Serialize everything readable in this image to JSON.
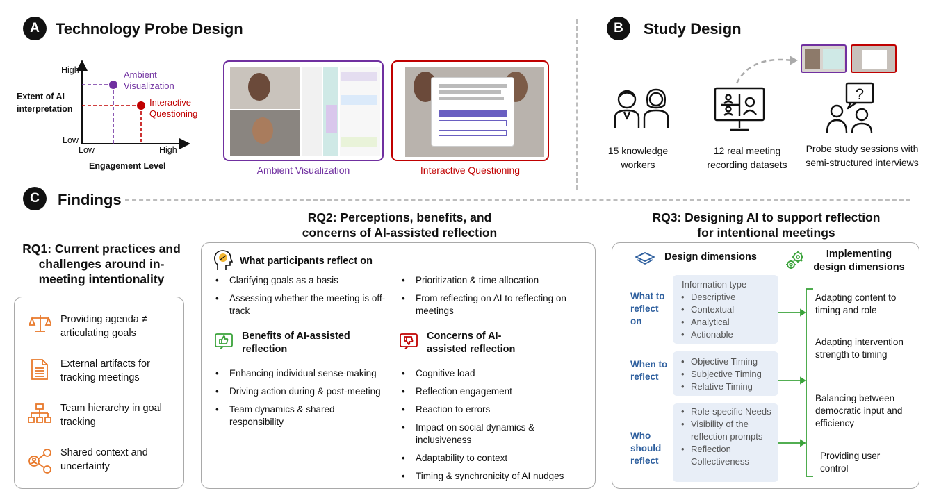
{
  "sections": {
    "a_badge": "A",
    "a_title": "Technology Probe Design",
    "b_badge": "B",
    "b_title": "Study Design",
    "c_badge": "C",
    "c_title": "Findings"
  },
  "probe": {
    "y_axis_label": "Extent of AI interpretation",
    "x_axis_label": "Engagement Level",
    "y_high": "High",
    "y_low": "Low",
    "x_low": "Low",
    "x_high": "High",
    "point_ambient": "Ambient Visualization",
    "point_interactive": "Interactive Questioning",
    "caption_ambient": "Ambient Visualization",
    "caption_interactive": "Interactive Questioning",
    "colors": {
      "ambient": "#7030a0",
      "interactive": "#c00000"
    }
  },
  "study": {
    "workers": "15 knowledge workers",
    "datasets": "12 real meeting recording datasets",
    "sessions": "Probe study sessions with semi-structured interviews"
  },
  "rq1": {
    "title": "RQ1: Current practices and challenges around in-meeting intentionality",
    "items": [
      "Providing agenda ≠ articulating goals",
      "External artifacts for tracking meetings",
      "Team hierarchy in goal tracking",
      "Shared context and uncertainty"
    ]
  },
  "rq2": {
    "title": "RQ2: Perceptions, benefits, and concerns of AI-assisted reflection",
    "reflect_header": "What participants reflect on",
    "reflect_left": [
      "Clarifying goals as a basis",
      "Assessing whether the meeting is off-track"
    ],
    "reflect_right": [
      "Prioritization & time allocation",
      "From reflecting on AI to reflecting on meetings"
    ],
    "benefits_header": "Benefits of AI-assisted reflection",
    "benefits": [
      "Enhancing individual sense-making",
      "Driving action during & post-meeting",
      "Team dynamics & shared responsibility"
    ],
    "concerns_header": "Concerns of AI-assisted reflection",
    "concerns": [
      "Cognitive load",
      "Reflection engagement",
      "Reaction to errors",
      "Impact on social dynamics & inclusiveness",
      "Adaptability to context",
      "Timing & synchronicity of AI nudges"
    ]
  },
  "rq3": {
    "title": "RQ3: Designing AI to support reflection for intentional meetings",
    "design_header": "Design dimensions",
    "impl_header": "Implementing design dimensions",
    "what_label": "What to reflect on",
    "what_title": "Information type",
    "what_items": [
      "Descriptive",
      "Contextual",
      "Analytical",
      "Actionable"
    ],
    "when_label": "When to reflect",
    "when_items": [
      "Objective Timing",
      "Subjective Timing",
      "Relative Timing"
    ],
    "who_label": "Who should reflect",
    "who_items": [
      "Role-specific Needs",
      "Visibility of the reflection prompts",
      "Reflection Collectiveness"
    ],
    "impl_items": [
      "Adapting content to timing and role",
      "Adapting intervention strength to timing",
      "Balancing between democratic input and efficiency",
      "Providing user control"
    ],
    "accent_green": "#3aa33a",
    "accent_blue": "#2e5f9e"
  }
}
